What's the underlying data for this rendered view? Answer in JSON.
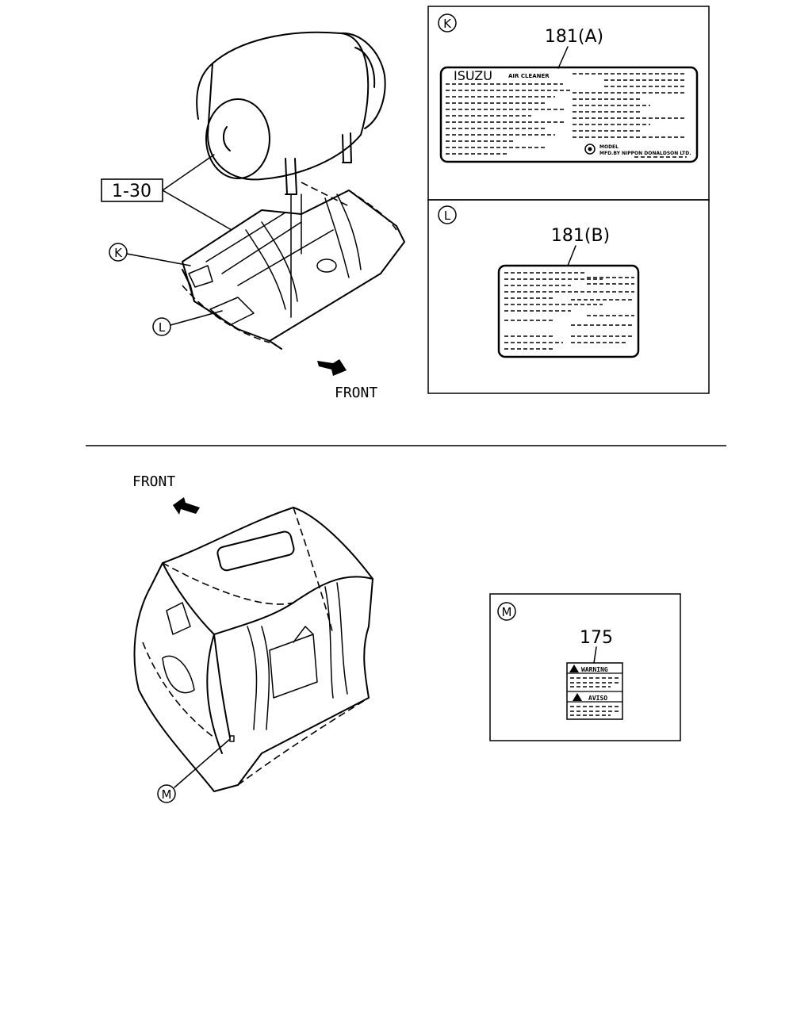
{
  "top_left": {
    "part_ref": "1-30",
    "callout_k": "K",
    "callout_l": "L",
    "front_label": "FRONT"
  },
  "panel_k": {
    "marker": "K",
    "part_number": "181(A)",
    "brand": "ISUZU",
    "subtitle": "AIR CLEANER",
    "model_text": "MODEL",
    "maker_text": "MFD.BY NIPPON DONALDSON LTD."
  },
  "panel_l": {
    "marker": "L",
    "part_number": "181(B)"
  },
  "bottom_left": {
    "front_label": "FRONT",
    "callout_m": "M"
  },
  "panel_m": {
    "marker": "M",
    "part_number": "175",
    "warning_text": "WARNING",
    "aviso_text": "AVISO"
  }
}
